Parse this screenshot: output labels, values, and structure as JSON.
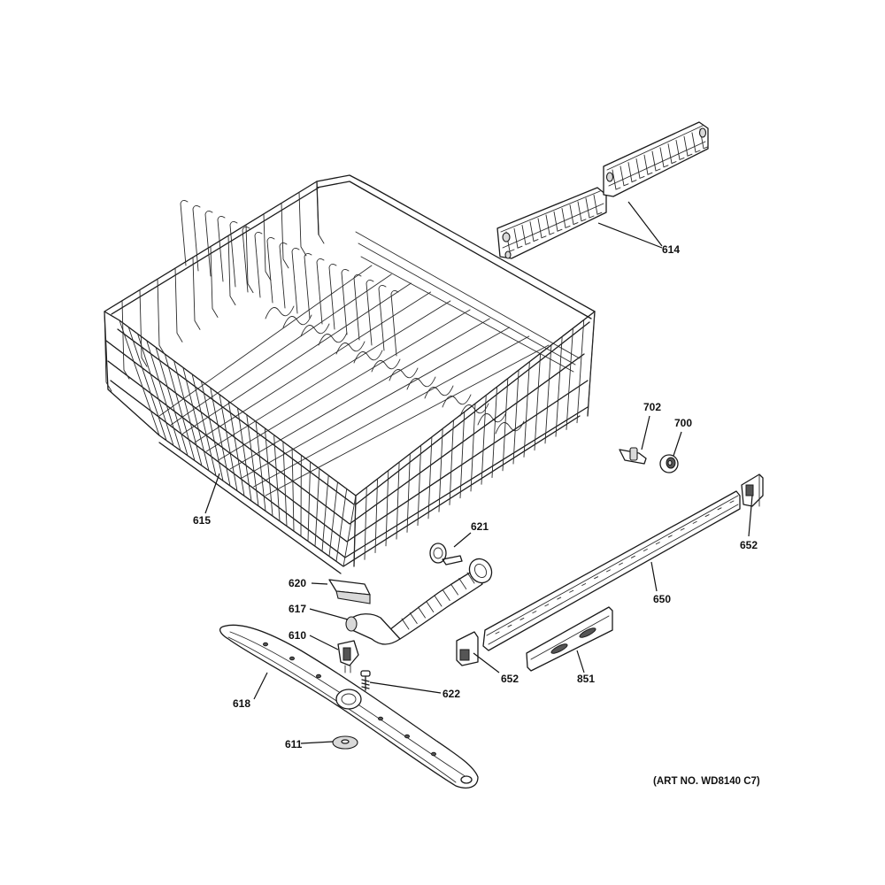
{
  "callouts": {
    "c614": "614",
    "c615": "615",
    "c702": "702",
    "c700": "700",
    "c621": "621",
    "c652a": "652",
    "c620": "620",
    "c650": "650",
    "c617": "617",
    "c610": "610",
    "c622": "622",
    "c652b": "652",
    "c851": "851",
    "c618": "618",
    "c611": "611"
  },
  "art_number": "(ART NO. WD8140 C7)"
}
